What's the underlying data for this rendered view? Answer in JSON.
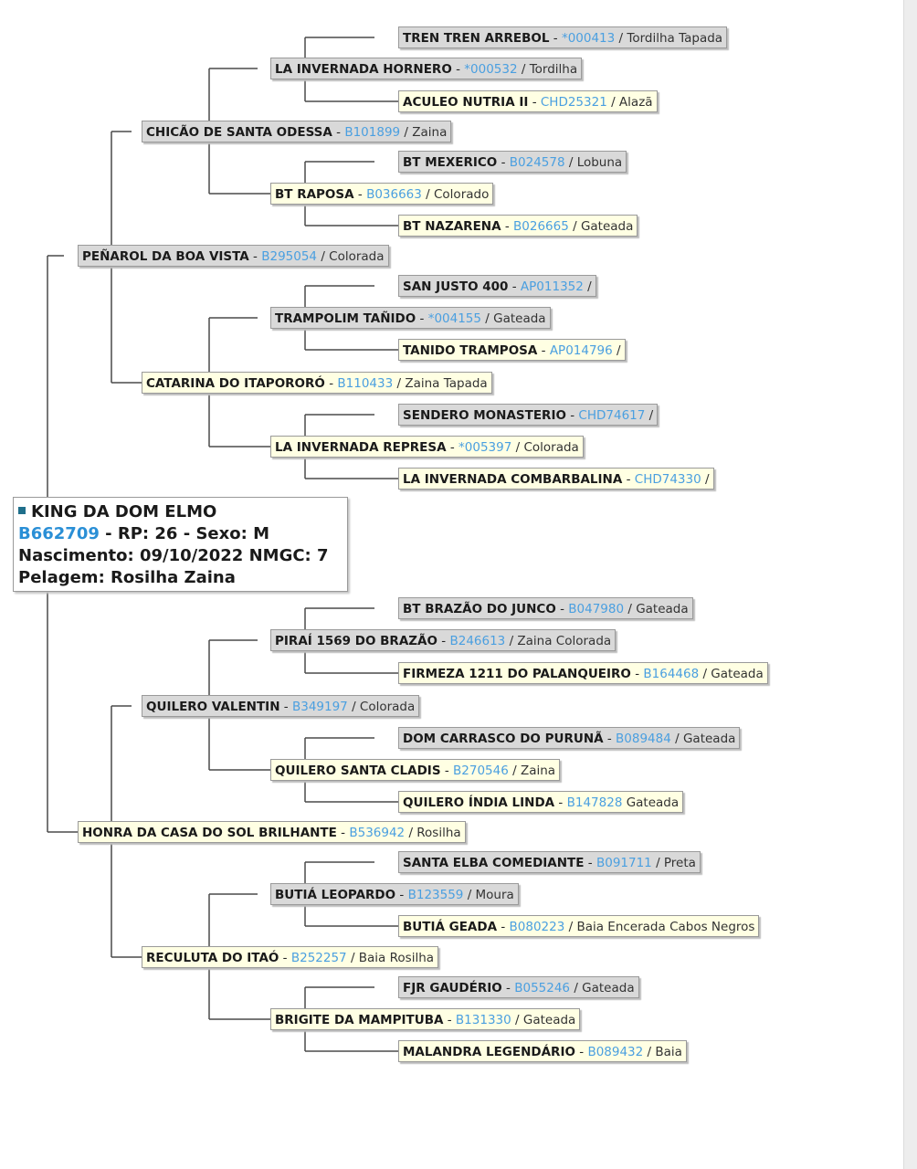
{
  "animal": {
    "name": "KING DA DOM ELMO",
    "registro": "B662709",
    "rp_label": " - RP: 26 - Sexo: M",
    "nascimento_label": "Nascimento: 09/10/2022 NMGC: 7",
    "pelagem_label": "Pelagem: Rosilha Zaina"
  },
  "colors": {
    "male_box": "#d9d9d9",
    "female_box": "#ffffe3",
    "registro_link": "#4a9fe0"
  },
  "pedigree": [
    {
      "name": "TREN TREN ARREBOL",
      "reg": "*000413",
      "pelagem": "/ Tordilha Tapada",
      "sex": "M"
    },
    {
      "name": "LA INVERNADA HORNERO",
      "reg": "*000532",
      "pelagem": "/ Tordilha",
      "sex": "M"
    },
    {
      "name": "ACULEO NUTRIA II",
      "reg": "CHD25321",
      "pelagem": "/ Alazã",
      "sex": "F"
    },
    {
      "name": "CHICÃO DE SANTA ODESSA",
      "reg": "B101899",
      "pelagem": "/ Zaina",
      "sex": "M"
    },
    {
      "name": "BT MEXERICO",
      "reg": "B024578",
      "pelagem": "/ Lobuna",
      "sex": "M"
    },
    {
      "name": "BT RAPOSA",
      "reg": "B036663",
      "pelagem": "/ Colorado",
      "sex": "F"
    },
    {
      "name": "BT NAZARENA",
      "reg": "B026665",
      "pelagem": "/ Gateada",
      "sex": "F"
    },
    {
      "name": "PEÑAROL DA BOA VISTA",
      "reg": "B295054",
      "pelagem": "/ Colorada",
      "sex": "M"
    },
    {
      "name": "SAN JUSTO 400",
      "reg": "AP011352",
      "pelagem": "/",
      "sex": "M"
    },
    {
      "name": "TRAMPOLIM TAÑIDO",
      "reg": "*004155",
      "pelagem": "/ Gateada",
      "sex": "M"
    },
    {
      "name": "TANIDO TRAMPOSA",
      "reg": "AP014796",
      "pelagem": "/",
      "sex": "F"
    },
    {
      "name": "CATARINA DO ITAPORORÓ",
      "reg": "B110433",
      "pelagem": "/ Zaina Tapada",
      "sex": "F"
    },
    {
      "name": "SENDERO MONASTERIO",
      "reg": "CHD74617",
      "pelagem": "/",
      "sex": "M"
    },
    {
      "name": "LA INVERNADA REPRESA",
      "reg": "*005397",
      "pelagem": "/ Colorada",
      "sex": "F"
    },
    {
      "name": "LA INVERNADA COMBARBALINA",
      "reg": "CHD74330",
      "pelagem": "/",
      "sex": "F"
    },
    {
      "name": "BT BRAZÃO DO JUNCO",
      "reg": "B047980",
      "pelagem": "/ Gateada",
      "sex": "M"
    },
    {
      "name": "PIRAÍ 1569 DO BRAZÃO",
      "reg": "B246613",
      "pelagem": "/ Zaina Colorada",
      "sex": "M"
    },
    {
      "name": "FIRMEZA 1211 DO PALANQUEIRO",
      "reg": "B164468",
      "pelagem": "/ Gateada",
      "sex": "F"
    },
    {
      "name": "QUILERO VALENTIN",
      "reg": "B349197",
      "pelagem": "/ Colorada",
      "sex": "M"
    },
    {
      "name": "DOM CARRASCO DO PURUNÃ",
      "reg": "B089484",
      "pelagem": "/ Gateada",
      "sex": "M"
    },
    {
      "name": "QUILERO SANTA CLADIS",
      "reg": "B270546",
      "pelagem": "/ Zaina",
      "sex": "F"
    },
    {
      "name": "QUILERO ÍNDIA LINDA",
      "reg": "B147828",
      "pelagem": "Gateada",
      "sex": "F"
    },
    {
      "name": "HONRA DA CASA DO SOL BRILHANTE",
      "reg": "B536942",
      "pelagem": "/ Rosilha",
      "sex": "F"
    },
    {
      "name": "SANTA ELBA COMEDIANTE",
      "reg": "B091711",
      "pelagem": "/ Preta",
      "sex": "M"
    },
    {
      "name": "BUTIÁ LEOPARDO",
      "reg": "B123559",
      "pelagem": "/ Moura",
      "sex": "M"
    },
    {
      "name": "BUTIÁ GEADA",
      "reg": "B080223",
      "pelagem": "/ Baia Encerada Cabos Negros",
      "sex": "F"
    },
    {
      "name": "RECULUTA DO ITAÓ",
      "reg": "B252257",
      "pelagem": "/ Baia Rosilha",
      "sex": "F"
    },
    {
      "name": "FJR GAUDÉRIO",
      "reg": "B055246",
      "pelagem": "/ Gateada",
      "sex": "M"
    },
    {
      "name": "BRIGITE DA MAMPITUBA",
      "reg": "B131330",
      "pelagem": "/ Gateada",
      "sex": "F"
    },
    {
      "name": "MALANDRA LEGENDÁRIO",
      "reg": "B089432",
      "pelagem": "/ Baia",
      "sex": "F"
    }
  ]
}
